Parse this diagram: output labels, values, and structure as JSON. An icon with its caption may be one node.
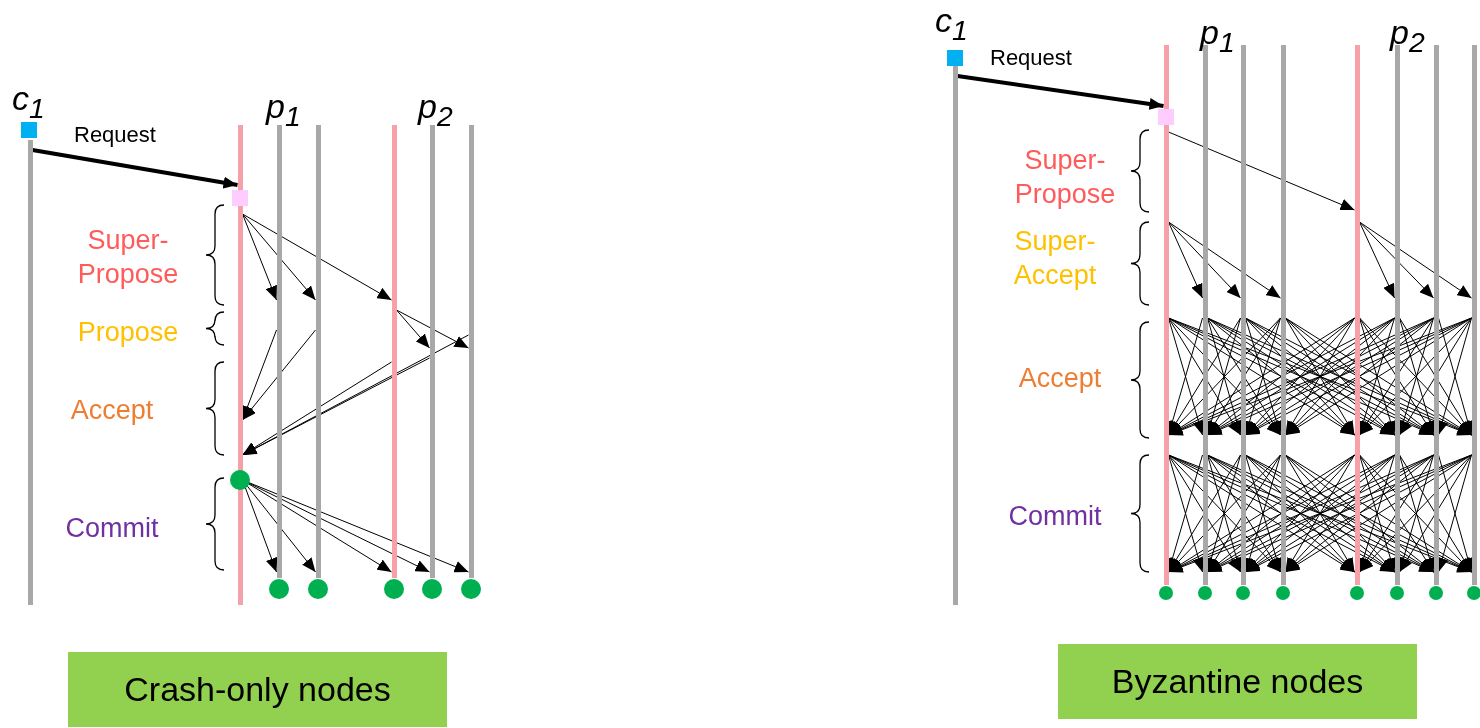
{
  "diagram": {
    "nodes": [
      {
        "text": [],
        "shape": "bar"
      },
      {
        "text": [],
        "shape": "bar"
      },
      {
        "text": [],
        "shape": "bar"
      },
      {
        "text": [],
        "shape": "bar"
      },
      {
        "text": [],
        "shape": "bar"
      },
      {
        "text": [],
        "shape": "bar"
      },
      {
        "text": [],
        "shape": "bar"
      },
      {
        "text": [],
        "shape": "bar"
      },
      {
        "text": [],
        "shape": "bar"
      },
      {
        "text": [],
        "shape": "bar"
      },
      {
        "text": [],
        "shape": "bar"
      },
      {
        "text": [],
        "shape": "bar"
      },
      {
        "text": [],
        "shape": "bar"
      },
      {
        "text": [],
        "shape": "bar"
      },
      {
        "text": [],
        "shape": "bar"
      },
      {
        "text": [],
        "shape": "bar"
      },
      {
        "text": [
          "Crash-only nodes"
        ]
      },
      {
        "text": [
          "Byzantine nodes"
        ]
      }
    ],
    "edges": [
      {
        "from": 0,
        "to": 1,
        "arrow": "to",
        "label": "Request",
        "style": "thick"
      },
      {
        "from": 1,
        "to": 2,
        "arrow": "to"
      },
      {
        "from": 1,
        "to": 3,
        "arrow": "to"
      },
      {
        "from": 1,
        "to": 4,
        "arrow": "to"
      },
      {
        "from": 4,
        "to": 5,
        "arrow": "to"
      },
      {
        "from": 4,
        "to": 6,
        "arrow": "to"
      },
      {
        "from": 2,
        "to": 1,
        "arrow": "to"
      },
      {
        "from": 3,
        "to": 1,
        "arrow": "to"
      },
      {
        "from": 4,
        "to": 1,
        "arrow": "to"
      },
      {
        "from": 5,
        "to": 1,
        "arrow": "to"
      },
      {
        "from": 6,
        "to": 1,
        "arrow": "to"
      },
      {
        "from": 1,
        "to": 2,
        "arrow": "to"
      },
      {
        "from": 1,
        "to": 3,
        "arrow": "to"
      },
      {
        "from": 1,
        "to": 4,
        "arrow": "to"
      },
      {
        "from": 1,
        "to": 5,
        "arrow": "to"
      },
      {
        "from": 1,
        "to": 6,
        "arrow": "to"
      },
      {
        "from": 7,
        "to": 8,
        "arrow": "to",
        "label": "Request",
        "style": "thick"
      },
      {
        "from": 8,
        "to": 12,
        "arrow": "to"
      },
      {
        "from": 8,
        "to": 9,
        "arrow": "to"
      },
      {
        "from": 8,
        "to": 10,
        "arrow": "to"
      },
      {
        "from": 8,
        "to": 11,
        "arrow": "to"
      },
      {
        "from": 12,
        "to": 13,
        "arrow": "to"
      },
      {
        "from": 12,
        "to": 14,
        "arrow": "to"
      },
      {
        "from": 12,
        "to": 15,
        "arrow": "to"
      },
      {
        "from": 8,
        "to": 9,
        "arrow": "to"
      },
      {
        "from": 8,
        "to": 10,
        "arrow": "to"
      },
      {
        "from": 8,
        "to": 11,
        "arrow": "to"
      },
      {
        "from": 8,
        "to": 12,
        "arrow": "to"
      },
      {
        "from": 8,
        "to": 13,
        "arrow": "to"
      },
      {
        "from": 8,
        "to": 14,
        "arrow": "to"
      },
      {
        "from": 8,
        "to": 15,
        "arrow": "to"
      },
      {
        "from": 9,
        "to": 8,
        "arrow": "to"
      },
      {
        "from": 9,
        "to": 10,
        "arrow": "to"
      },
      {
        "from": 9,
        "to": 11,
        "arrow": "to"
      },
      {
        "from": 9,
        "to": 12,
        "arrow": "to"
      },
      {
        "from": 9,
        "to": 13,
        "arrow": "to"
      },
      {
        "from": 9,
        "to": 14,
        "arrow": "to"
      },
      {
        "from": 9,
        "to": 15,
        "arrow": "to"
      },
      {
        "from": 10,
        "to": 8,
        "arrow": "to"
      },
      {
        "from": 10,
        "to": 9,
        "arrow": "to"
      },
      {
        "from": 10,
        "to": 11,
        "arrow": "to"
      },
      {
        "from": 10,
        "to": 12,
        "arrow": "to"
      },
      {
        "from": 10,
        "to": 13,
        "arrow": "to"
      },
      {
        "from": 10,
        "to": 14,
        "arrow": "to"
      },
      {
        "from": 10,
        "to": 15,
        "arrow": "to"
      },
      {
        "from": 11,
        "to": 8,
        "arrow": "to"
      },
      {
        "from": 11,
        "to": 9,
        "arrow": "to"
      },
      {
        "from": 11,
        "to": 10,
        "arrow": "to"
      },
      {
        "from": 11,
        "to": 12,
        "arrow": "to"
      },
      {
        "from": 11,
        "to": 13,
        "arrow": "to"
      },
      {
        "from": 11,
        "to": 14,
        "arrow": "to"
      },
      {
        "from": 11,
        "to": 15,
        "arrow": "to"
      },
      {
        "from": 12,
        "to": 8,
        "arrow": "to"
      },
      {
        "from": 12,
        "to": 9,
        "arrow": "to"
      },
      {
        "from": 12,
        "to": 10,
        "arrow": "to"
      },
      {
        "from": 12,
        "to": 11,
        "arrow": "to"
      },
      {
        "from": 12,
        "to": 13,
        "arrow": "to"
      },
      {
        "from": 12,
        "to": 14,
        "arrow": "to"
      },
      {
        "from": 12,
        "to": 15,
        "arrow": "to"
      },
      {
        "from": 13,
        "to": 8,
        "arrow": "to"
      },
      {
        "from": 13,
        "to": 9,
        "arrow": "to"
      },
      {
        "from": 13,
        "to": 10,
        "arrow": "to"
      },
      {
        "from": 13,
        "to": 11,
        "arrow": "to"
      },
      {
        "from": 13,
        "to": 12,
        "arrow": "to"
      },
      {
        "from": 13,
        "to": 14,
        "arrow": "to"
      },
      {
        "from": 13,
        "to": 15,
        "arrow": "to"
      },
      {
        "from": 14,
        "to": 8,
        "arrow": "to"
      },
      {
        "from": 14,
        "to": 9,
        "arrow": "to"
      },
      {
        "from": 14,
        "to": 10,
        "arrow": "to"
      },
      {
        "from": 14,
        "to": 11,
        "arrow": "to"
      },
      {
        "from": 14,
        "to": 12,
        "arrow": "to"
      },
      {
        "from": 14,
        "to": 13,
        "arrow": "to"
      },
      {
        "from": 14,
        "to": 15,
        "arrow": "to"
      },
      {
        "from": 15,
        "to": 8,
        "arrow": "to"
      },
      {
        "from": 15,
        "to": 9,
        "arrow": "to"
      },
      {
        "from": 15,
        "to": 10,
        "arrow": "to"
      },
      {
        "from": 15,
        "to": 11,
        "arrow": "to"
      },
      {
        "from": 15,
        "to": 12,
        "arrow": "to"
      },
      {
        "from": 15,
        "to": 13,
        "arrow": "to"
      },
      {
        "from": 15,
        "to": 14,
        "arrow": "to"
      },
      {
        "from": 8,
        "to": 9,
        "arrow": "to"
      },
      {
        "from": 8,
        "to": 10,
        "arrow": "to"
      },
      {
        "from": 8,
        "to": 11,
        "arrow": "to"
      },
      {
        "from": 8,
        "to": 12,
        "arrow": "to"
      },
      {
        "from": 8,
        "to": 13,
        "arrow": "to"
      },
      {
        "from": 8,
        "to": 14,
        "arrow": "to"
      },
      {
        "from": 8,
        "to": 15,
        "arrow": "to"
      },
      {
        "from": 9,
        "to": 8,
        "arrow": "to"
      },
      {
        "from": 9,
        "to": 10,
        "arrow": "to"
      },
      {
        "from": 9,
        "to": 11,
        "arrow": "to"
      },
      {
        "from": 9,
        "to": 12,
        "arrow": "to"
      },
      {
        "from": 9,
        "to": 13,
        "arrow": "to"
      },
      {
        "from": 9,
        "to": 14,
        "arrow": "to"
      },
      {
        "from": 9,
        "to": 15,
        "arrow": "to"
      },
      {
        "from": 10,
        "to": 8,
        "arrow": "to"
      },
      {
        "from": 10,
        "to": 9,
        "arrow": "to"
      },
      {
        "from": 10,
        "to": 11,
        "arrow": "to"
      },
      {
        "from": 10,
        "to": 12,
        "arrow": "to"
      },
      {
        "from": 10,
        "to": 13,
        "arrow": "to"
      },
      {
        "from": 10,
        "to": 14,
        "arrow": "to"
      },
      {
        "from": 10,
        "to": 15,
        "arrow": "to"
      },
      {
        "from": 11,
        "to": 8,
        "arrow": "to"
      },
      {
        "from": 11,
        "to": 9,
        "arrow": "to"
      },
      {
        "from": 11,
        "to": 10,
        "arrow": "to"
      },
      {
        "from": 11,
        "to": 12,
        "arrow": "to"
      },
      {
        "from": 11,
        "to": 13,
        "arrow": "to"
      },
      {
        "from": 11,
        "to": 14,
        "arrow": "to"
      },
      {
        "from": 11,
        "to": 15,
        "arrow": "to"
      },
      {
        "from": 12,
        "to": 8,
        "arrow": "to"
      },
      {
        "from": 12,
        "to": 9,
        "arrow": "to"
      },
      {
        "from": 12,
        "to": 10,
        "arrow": "to"
      },
      {
        "from": 12,
        "to": 11,
        "arrow": "to"
      },
      {
        "from": 12,
        "to": 13,
        "arrow": "to"
      },
      {
        "from": 12,
        "to": 14,
        "arrow": "to"
      },
      {
        "from": 12,
        "to": 15,
        "arrow": "to"
      },
      {
        "from": 13,
        "to": 8,
        "arrow": "to"
      },
      {
        "from": 13,
        "to": 9,
        "arrow": "to"
      },
      {
        "from": 13,
        "to": 10,
        "arrow": "to"
      },
      {
        "from": 13,
        "to": 11,
        "arrow": "to"
      },
      {
        "from": 13,
        "to": 12,
        "arrow": "to"
      },
      {
        "from": 13,
        "to": 14,
        "arrow": "to"
      },
      {
        "from": 13,
        "to": 15,
        "arrow": "to"
      },
      {
        "from": 14,
        "to": 8,
        "arrow": "to"
      },
      {
        "from": 14,
        "to": 9,
        "arrow": "to"
      },
      {
        "from": 14,
        "to": 10,
        "arrow": "to"
      },
      {
        "from": 14,
        "to": 11,
        "arrow": "to"
      },
      {
        "from": 14,
        "to": 12,
        "arrow": "to"
      },
      {
        "from": 14,
        "to": 13,
        "arrow": "to"
      },
      {
        "from": 14,
        "to": 15,
        "arrow": "to"
      },
      {
        "from": 15,
        "to": 8,
        "arrow": "to"
      },
      {
        "from": 15,
        "to": 9,
        "arrow": "to"
      },
      {
        "from": 15,
        "to": 10,
        "arrow": "to"
      },
      {
        "from": 15,
        "to": 11,
        "arrow": "to"
      },
      {
        "from": 15,
        "to": 12,
        "arrow": "to"
      },
      {
        "from": 15,
        "to": 13,
        "arrow": "to"
      },
      {
        "from": 15,
        "to": 14,
        "arrow": "to"
      }
    ],
    "labels": [
      "c$_{1}$",
      "p$_{1}$",
      "p$_{2}$",
      "Super-Propose",
      "Propose",
      "Accept",
      "Commit",
      "c$_{1}$",
      "p$_{1}$",
      "p$_{2}$",
      "Super-Propose",
      "Super-Accept",
      "Accept",
      "Commit"
    ]
  }
}
